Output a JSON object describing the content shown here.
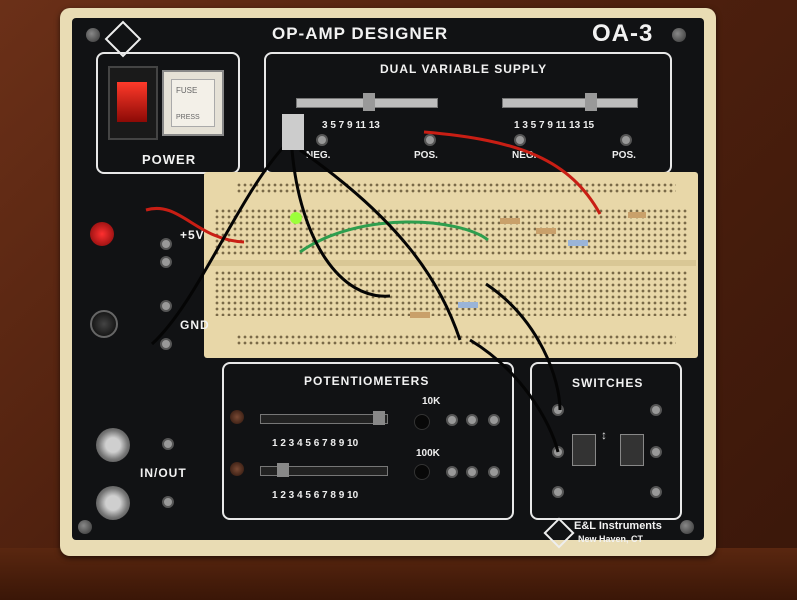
{
  "panel": {
    "title": "OP-AMP    DESIGNER",
    "model": "OA-3",
    "power_label": "POWER",
    "fuse_top": "FUSE",
    "fuse_bottom": "PRESS",
    "supply_title": "DUAL  VARIABLE  SUPPLY",
    "supply_scale_left": "3  5  7  9  11  13",
    "supply_scale_right": "1  3  5  7  9  11  13  15",
    "neg_label": "NEG.",
    "pos_label": "POS.",
    "plus5v_label": "+5V",
    "gnd_label": "GND",
    "inout_label": "IN/OUT",
    "pots_title": "POTENTIOMETERS",
    "pot_scale": "1  2  3  4  5  6  7  8  9  10",
    "pot1_value": "10K",
    "pot2_value": "100K",
    "switches_title": "SWITCHES",
    "brand": "E&L Instruments",
    "brand_location": "New Haven, CT"
  },
  "colors": {
    "panel": "#111214",
    "case": "#e9dcb4",
    "breadboard": "#e8d7a8",
    "red_wire": "#c81e14",
    "green_wire": "#2e9e4e",
    "black_wire": "#050505"
  }
}
